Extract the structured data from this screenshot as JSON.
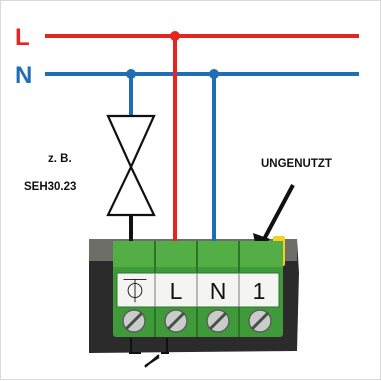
{
  "buses": {
    "L": {
      "label": "L",
      "color": "#e52521"
    },
    "N": {
      "label": "N",
      "color": "#1f6eb4"
    }
  },
  "valve": {
    "label_line1": "z. B.",
    "label_line2": "SEH30.23"
  },
  "annotation": {
    "unused_label": "UNGENUTZT"
  },
  "terminal_block": {
    "terminals": [
      {
        "label": "⏁",
        "icon": "valve-symbol-icon"
      },
      {
        "label": "L"
      },
      {
        "label": "N"
      },
      {
        "label": "1"
      }
    ],
    "body_color": "#3f9a3a",
    "screw_color": "#c9cdc9"
  },
  "colors": {
    "wire_black": "#111111",
    "board": "#2b2b2b",
    "connector_yellow": "#f2d21c"
  }
}
